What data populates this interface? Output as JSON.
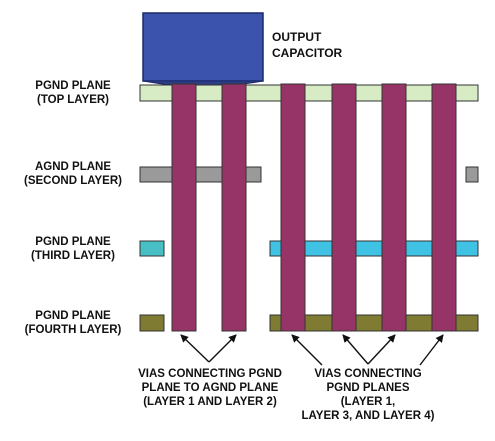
{
  "colors": {
    "capacitor_fill": "#3b53ad",
    "capacitor_stroke": "#1b2a6b",
    "pgnd_top": "#d7ecc4",
    "agnd": "#9a9a9a",
    "pgnd_third": "#3fc2e4",
    "pgnd_third_left": "#48bfc4",
    "pgnd_fourth": "#7f7b33",
    "via": "#973467",
    "text": "#111111"
  },
  "capacitor": {
    "label_line1": "OUTPUT",
    "label_line2": "CAPACITOR"
  },
  "layers": [
    {
      "id": "top",
      "line1": "PGND PLANE",
      "line2": "(TOP LAYER)"
    },
    {
      "id": "second",
      "line1": "AGND PLANE",
      "line2": "(SECOND LAYER)"
    },
    {
      "id": "third",
      "line1": "PGND PLANE",
      "line2": "(THIRD LAYER)"
    },
    {
      "id": "fourth",
      "line1": "PGND PLANE",
      "line2": "(FOURTH LAYER)"
    }
  ],
  "callouts": {
    "agnd_vias": {
      "line1": "VIAS CONNECTING PGND",
      "line2": "PLANE TO AGND PLANE",
      "line3": "(LAYER 1 AND LAYER 2)"
    },
    "pgnd_vias": {
      "line1": "VIAS CONNECTING",
      "line2": "PGND PLANES",
      "line3": "(LAYER 1,",
      "line4": "LAYER 3, AND LAYER 4)"
    }
  },
  "vias": {
    "agnd_count": 2,
    "pgnd_count": 4
  }
}
